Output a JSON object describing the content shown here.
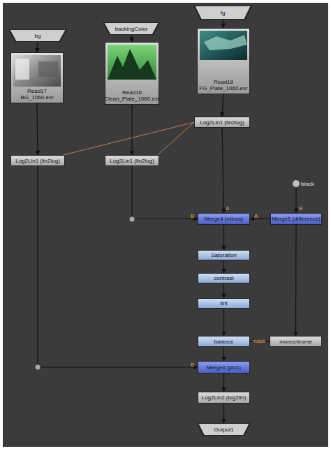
{
  "diagram": {
    "nodes": [
      {
        "text": [
          "bg"
        ]
      },
      {
        "text": [
          "backingColor"
        ]
      },
      {
        "text": [
          "fg"
        ]
      },
      {
        "text": [
          "Read17",
          "BG_1060.exr"
        ]
      },
      {
        "text": [
          "Read16",
          "Clean_Plate_1060.exr"
        ]
      },
      {
        "text": [
          "Read18",
          "FG_Plate_1060.exr"
        ]
      },
      {
        "text": [
          "Log2Lin1 (lin2log)"
        ]
      },
      {
        "text": [
          "Log2Lin1 (lin2log)"
        ]
      },
      {
        "text": [
          "Log2Lin1 (lin2log)"
        ]
      },
      {
        "text": [
          "black"
        ]
      },
      {
        "text": [
          "Merge4 (minus)"
        ]
      },
      {
        "text": [
          "Merge5 (difference)"
        ]
      },
      {
        "text": [
          "Saturation"
        ]
      },
      {
        "text": [
          "contrast"
        ]
      },
      {
        "text": [
          "tint"
        ]
      },
      {
        "text": [
          "balance"
        ]
      },
      {
        "text": [
          "monochrome"
        ]
      },
      {
        "text": [
          "Merge6 (plus)"
        ]
      },
      {
        "text": [
          "Log2Lin2 (log2lin)"
        ]
      },
      {
        "text": [
          "Output1"
        ]
      }
    ],
    "edges": [
      {
        "from": 0,
        "to": 3,
        "arrow": "to"
      },
      {
        "from": 1,
        "to": 4,
        "arrow": "to"
      },
      {
        "from": 2,
        "to": 5,
        "arrow": "to"
      },
      {
        "from": 3,
        "to": 7,
        "arrow": "to"
      },
      {
        "from": 4,
        "to": 8,
        "arrow": "to"
      },
      {
        "from": 5,
        "to": 6,
        "arrow": "to"
      },
      {
        "from": 6,
        "to": 7,
        "arrow": "none"
      },
      {
        "from": 6,
        "to": 8,
        "arrow": "none"
      },
      {
        "from": 6,
        "to": 10,
        "label": "A",
        "arrow": "to"
      },
      {
        "from": 8,
        "to": 10,
        "label": "B",
        "arrow": "to"
      },
      {
        "from": 11,
        "to": 10,
        "label": "A",
        "arrow": "to"
      },
      {
        "from": 9,
        "to": 11,
        "label": "B",
        "arrow": "to"
      },
      {
        "from": 10,
        "to": 12,
        "arrow": "to"
      },
      {
        "from": 12,
        "to": 13,
        "arrow": "to"
      },
      {
        "from": 13,
        "to": 14,
        "arrow": "to"
      },
      {
        "from": 14,
        "to": 15,
        "arrow": "to"
      },
      {
        "from": 11,
        "to": 16,
        "arrow": "to"
      },
      {
        "from": 16,
        "to": 15,
        "label": "mask",
        "arrow": "to"
      },
      {
        "from": 7,
        "to": 17,
        "label": "B",
        "arrow": "to"
      },
      {
        "from": 15,
        "to": 17,
        "arrow": "to"
      },
      {
        "from": 17,
        "to": 18,
        "arrow": "to"
      },
      {
        "from": 18,
        "to": 19,
        "arrow": "to"
      }
    ]
  }
}
